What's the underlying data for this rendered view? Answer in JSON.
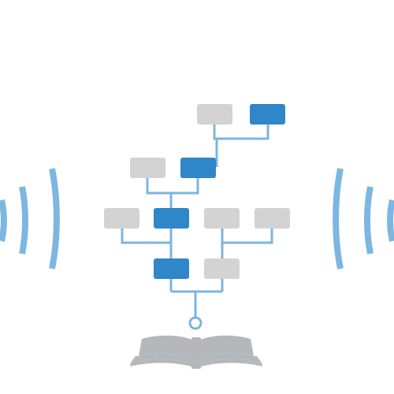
{
  "colors": {
    "background": "#ffffff",
    "connector": "#7cb5de",
    "node_active": "#2f86c9",
    "node_inactive": "#d3d3d3",
    "signal": "#7db7e1",
    "book": "#b4b8ba"
  },
  "icons": {
    "left_signal": "signal-waves-left-icon",
    "right_signal": "signal-waves-right-icon",
    "book": "open-book-icon",
    "root": "root-node-icon"
  },
  "tree": {
    "nodes": [
      {
        "id": "r1-left",
        "state": "inactive"
      },
      {
        "id": "r1-right",
        "state": "active"
      },
      {
        "id": "r2-left",
        "state": "inactive"
      },
      {
        "id": "r2-right",
        "state": "active"
      },
      {
        "id": "r3-a",
        "state": "inactive"
      },
      {
        "id": "r3-b",
        "state": "active"
      },
      {
        "id": "r3-c",
        "state": "inactive"
      },
      {
        "id": "r3-d",
        "state": "inactive"
      },
      {
        "id": "r4-left",
        "state": "active"
      },
      {
        "id": "r4-right",
        "state": "inactive"
      }
    ]
  }
}
